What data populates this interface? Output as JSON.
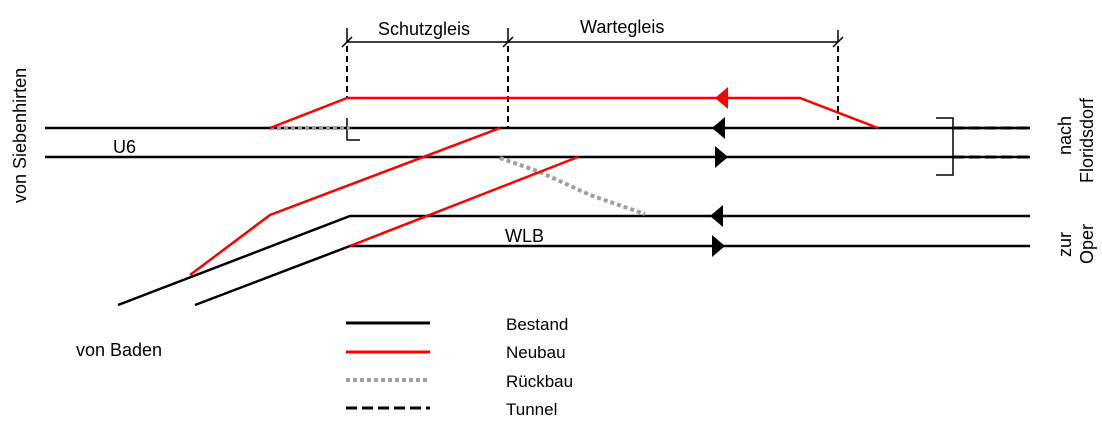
{
  "labels": {
    "schutzgleis": "Schutzgleis",
    "wartegleis": "Wartegleis",
    "u6": "U6",
    "wlb": "WLB",
    "von_siebenhirten": "von Siebenhirten",
    "nach": "nach",
    "floridsdorf": "Floridsdorf",
    "zur": "zur",
    "oper": "Oper",
    "von_baden": "von Baden"
  },
  "legend": [
    {
      "key": "bestand",
      "label": "Bestand",
      "color": "#000000",
      "style": "solid"
    },
    {
      "key": "neubau",
      "label": "Neubau",
      "color": "#ff0000",
      "style": "solid"
    },
    {
      "key": "rueckbau",
      "label": "Rückbau",
      "color": "#a0a0a0",
      "style": "dotted"
    },
    {
      "key": "tunnel",
      "label": "Tunnel",
      "color": "#000000",
      "style": "dashed"
    }
  ],
  "colors": {
    "existing": "#000000",
    "new": "#ff0000",
    "removed": "#a0a0a0"
  }
}
